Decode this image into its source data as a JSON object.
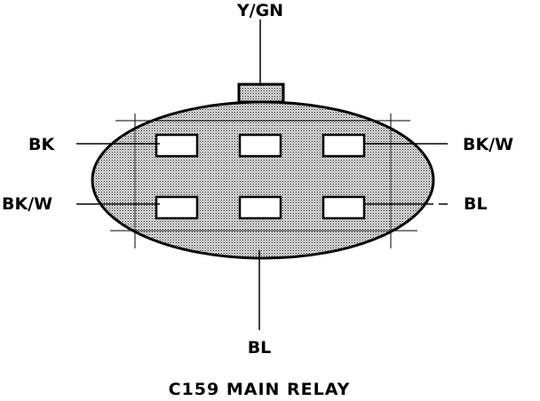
{
  "connector": {
    "title": "C159 MAIN RELAY"
  },
  "wires": {
    "top": "Y/GN",
    "left_upper": "BK",
    "left_lower": "BK/W",
    "right_upper": "BK/W",
    "right_lower": "BL",
    "bottom": "BL"
  },
  "colors": {
    "ink": "#000000",
    "stipple": "#9a9a9a",
    "cavity_fill": "#ffffff"
  }
}
